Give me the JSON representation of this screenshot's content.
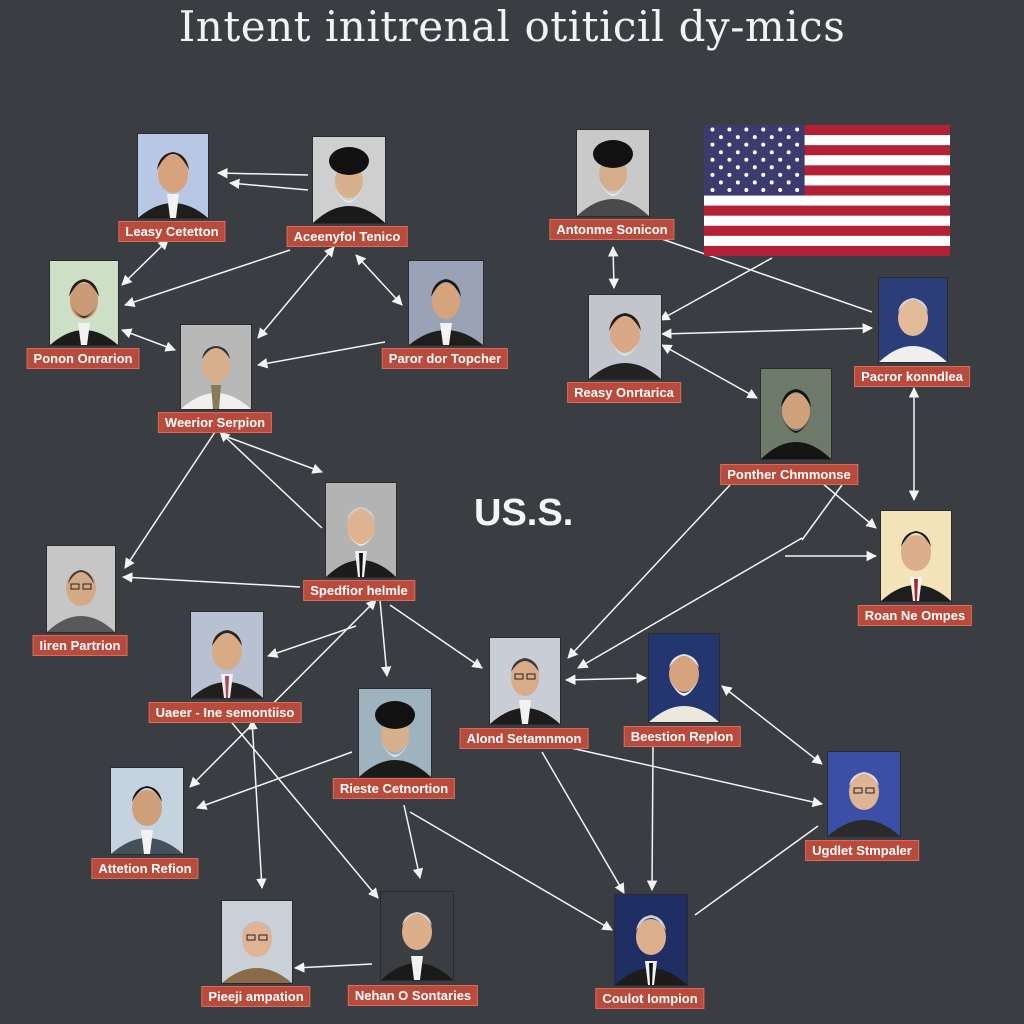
{
  "title": "Intent initrenal otiticil dy-mics",
  "center_label": "US.S.",
  "colors": {
    "background": "#3a3d42",
    "label_bg": "#b94b3c",
    "arrow": "#f4f4f4",
    "flag_red": "#b22234",
    "flag_blue": "#3c3b6e"
  },
  "flag": {
    "icon": "us-flag-icon",
    "stars": 50,
    "stripes": 13
  },
  "nodes": [
    {
      "id": "n1",
      "label": "Leasy Cetetton"
    },
    {
      "id": "n2",
      "label": "Aceenyfol Tenico"
    },
    {
      "id": "n3",
      "label": "Antonme Sonicon"
    },
    {
      "id": "n4",
      "label": "Ponon Onrarion"
    },
    {
      "id": "n5",
      "label": "Paror dor Topcher"
    },
    {
      "id": "n6",
      "label": "Weerior Serpion"
    },
    {
      "id": "n7",
      "label": "Reasy Onrtarica"
    },
    {
      "id": "n8",
      "label": "Pacror konndlea"
    },
    {
      "id": "n9",
      "label": "Ponther Chmmonse"
    },
    {
      "id": "n10",
      "label": "Spedfior helmle"
    },
    {
      "id": "n11",
      "label": "Iiren Partrion"
    },
    {
      "id": "n12",
      "label": "Roan Ne Ompes"
    },
    {
      "id": "n13",
      "label": "Uaeer - Ine semontiiso"
    },
    {
      "id": "n14",
      "label": "Alond Setamnmon"
    },
    {
      "id": "n15",
      "label": "Beestion Replon"
    },
    {
      "id": "n16",
      "label": "Rieste Cetnortion"
    },
    {
      "id": "n17",
      "label": "Ugdlet Stmpaler"
    },
    {
      "id": "n18",
      "label": "Attetion Refion"
    },
    {
      "id": "n19",
      "label": "Pieeji ampation"
    },
    {
      "id": "n20",
      "label": "Nehan O Sontaries"
    },
    {
      "id": "n21",
      "label": "Coulot Iompion"
    }
  ]
}
